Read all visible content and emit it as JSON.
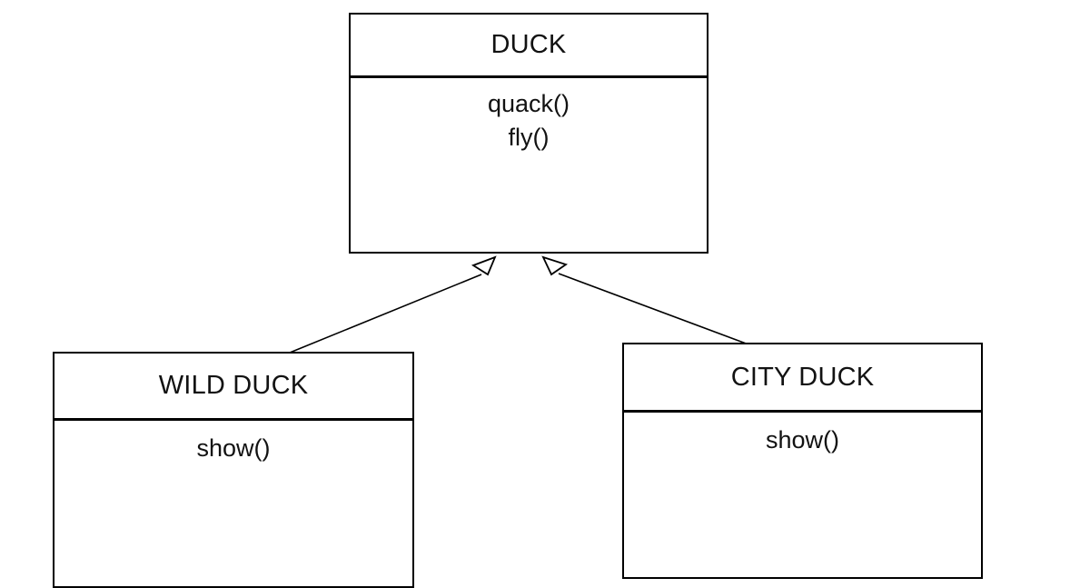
{
  "diagram": {
    "type": "uml-class-diagram",
    "title": "",
    "background_color": "#ffffff",
    "line_color": "#000000",
    "text_color": "#121212"
  },
  "classes": {
    "duck": {
      "name": "DUCK",
      "methods": [
        "quack()",
        "fly()"
      ]
    },
    "wild_duck": {
      "name": "WILD DUCK",
      "methods": [
        "show()"
      ]
    },
    "city_duck": {
      "name": "CITY DUCK",
      "methods": [
        "show()"
      ]
    }
  },
  "relationships": [
    {
      "id": "wild-duck-to-duck",
      "kind": "generalization",
      "from": "WILD DUCK",
      "to": "DUCK",
      "arrow": "hollow-triangle"
    },
    {
      "id": "city-duck-to-duck",
      "kind": "generalization",
      "from": "CITY DUCK",
      "to": "DUCK",
      "arrow": "hollow-triangle"
    }
  ]
}
